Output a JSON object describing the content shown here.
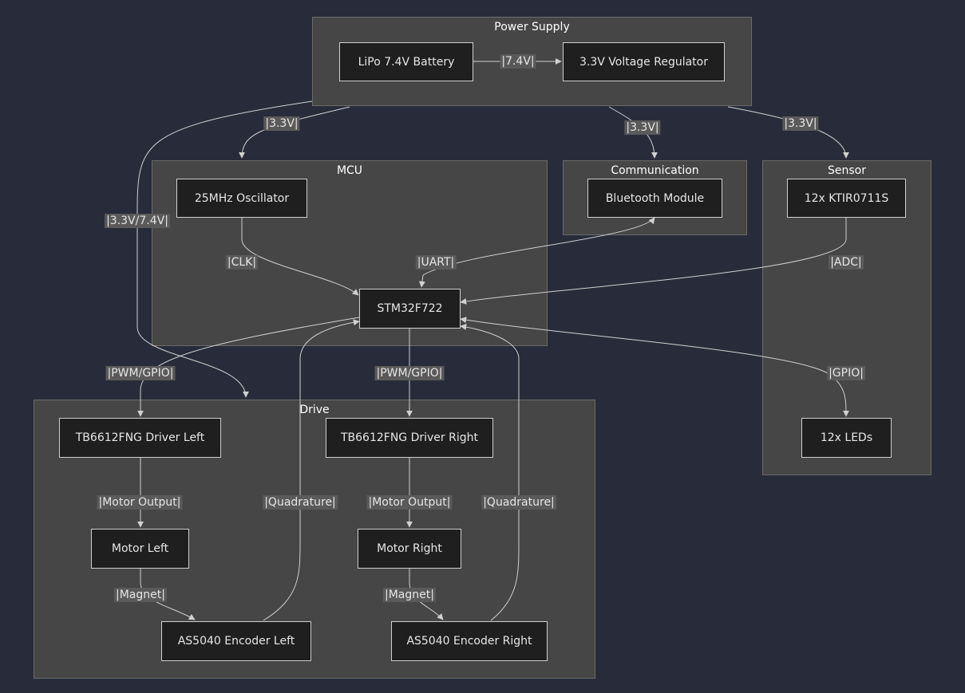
{
  "groups": {
    "power": "Power Supply",
    "mcu": "MCU",
    "comm": "Communication",
    "sensor": "Sensor",
    "drive": "Drive"
  },
  "nodes": {
    "battery": "LiPo 7.4V Battery",
    "regulator": "3.3V Voltage Regulator",
    "oscillator": "25MHz Oscillator",
    "stm32": "STM32F722",
    "bluetooth": "Bluetooth Module",
    "ktir": "12x KTIR0711S",
    "leds": "12x LEDs",
    "driver_left": "TB6612FNG Driver Left",
    "driver_right": "TB6612FNG Driver Right",
    "motor_left": "Motor Left",
    "motor_right": "Motor Right",
    "encoder_left": "AS5040 Encoder Left",
    "encoder_right": "AS5040 Encoder Right"
  },
  "edge_labels": {
    "battery_regulator": "|7.4V|",
    "power_mcu": "|3.3V|",
    "power_comm": "|3.3V|",
    "power_sensor": "|3.3V|",
    "power_drive": "|3.3V/7.4V|",
    "clk": "|CLK|",
    "uart": "|UART|",
    "adc": "|ADC|",
    "pwm_left": "|PWM/GPIO|",
    "pwm_right": "|PWM/GPIO|",
    "gpio": "|GPIO|",
    "motor_output_left": "|Motor Output|",
    "motor_output_right": "|Motor Output|",
    "quad_left": "|Quadrature|",
    "quad_right": "|Quadrature|",
    "magnet_left": "|Magnet|",
    "magnet_right": "|Magnet|"
  },
  "colors": {
    "background": "#282c3a",
    "cluster": "#464646",
    "node": "#1f1f1f",
    "edge": "#d0d0d0"
  }
}
